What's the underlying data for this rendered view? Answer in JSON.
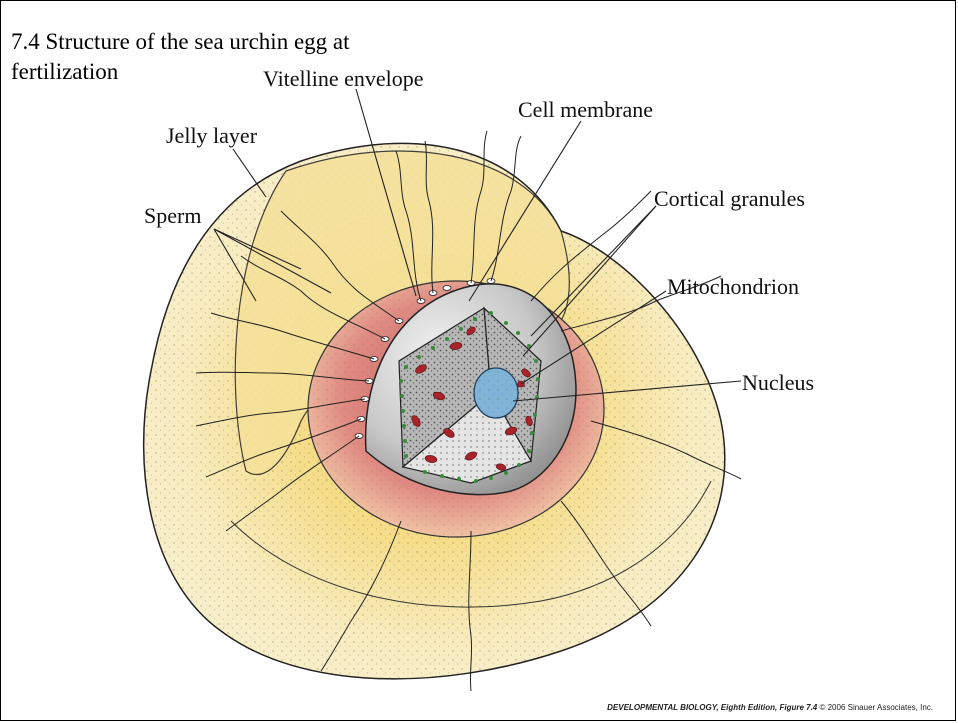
{
  "figure": {
    "title": "7.4  Structure of the sea urchin egg at fertilization"
  },
  "labels": {
    "vitelline": "Vitelline envelope",
    "cell_membrane": "Cell membrane",
    "jelly": "Jelly layer",
    "cortical": "Cortical granules",
    "sperm": "Sperm",
    "mitochondrion": "Mitochondrion",
    "nucleus": "Nucleus"
  },
  "credit": {
    "book": "DEVELOPMENTAL BIOLOGY, Eighth Edition,",
    "figure": "Figure 7.4",
    "copyright": "© 2006 Sinauer Associates, Inc."
  },
  "colors": {
    "jelly": "#f6e6a8",
    "vitelline": "#d97a72",
    "cytoplasm_gray": "#bdbdbd",
    "granule": "#3c8a3c",
    "mitochondria": "#a8232a",
    "nucleus": "#7fb3d8"
  }
}
